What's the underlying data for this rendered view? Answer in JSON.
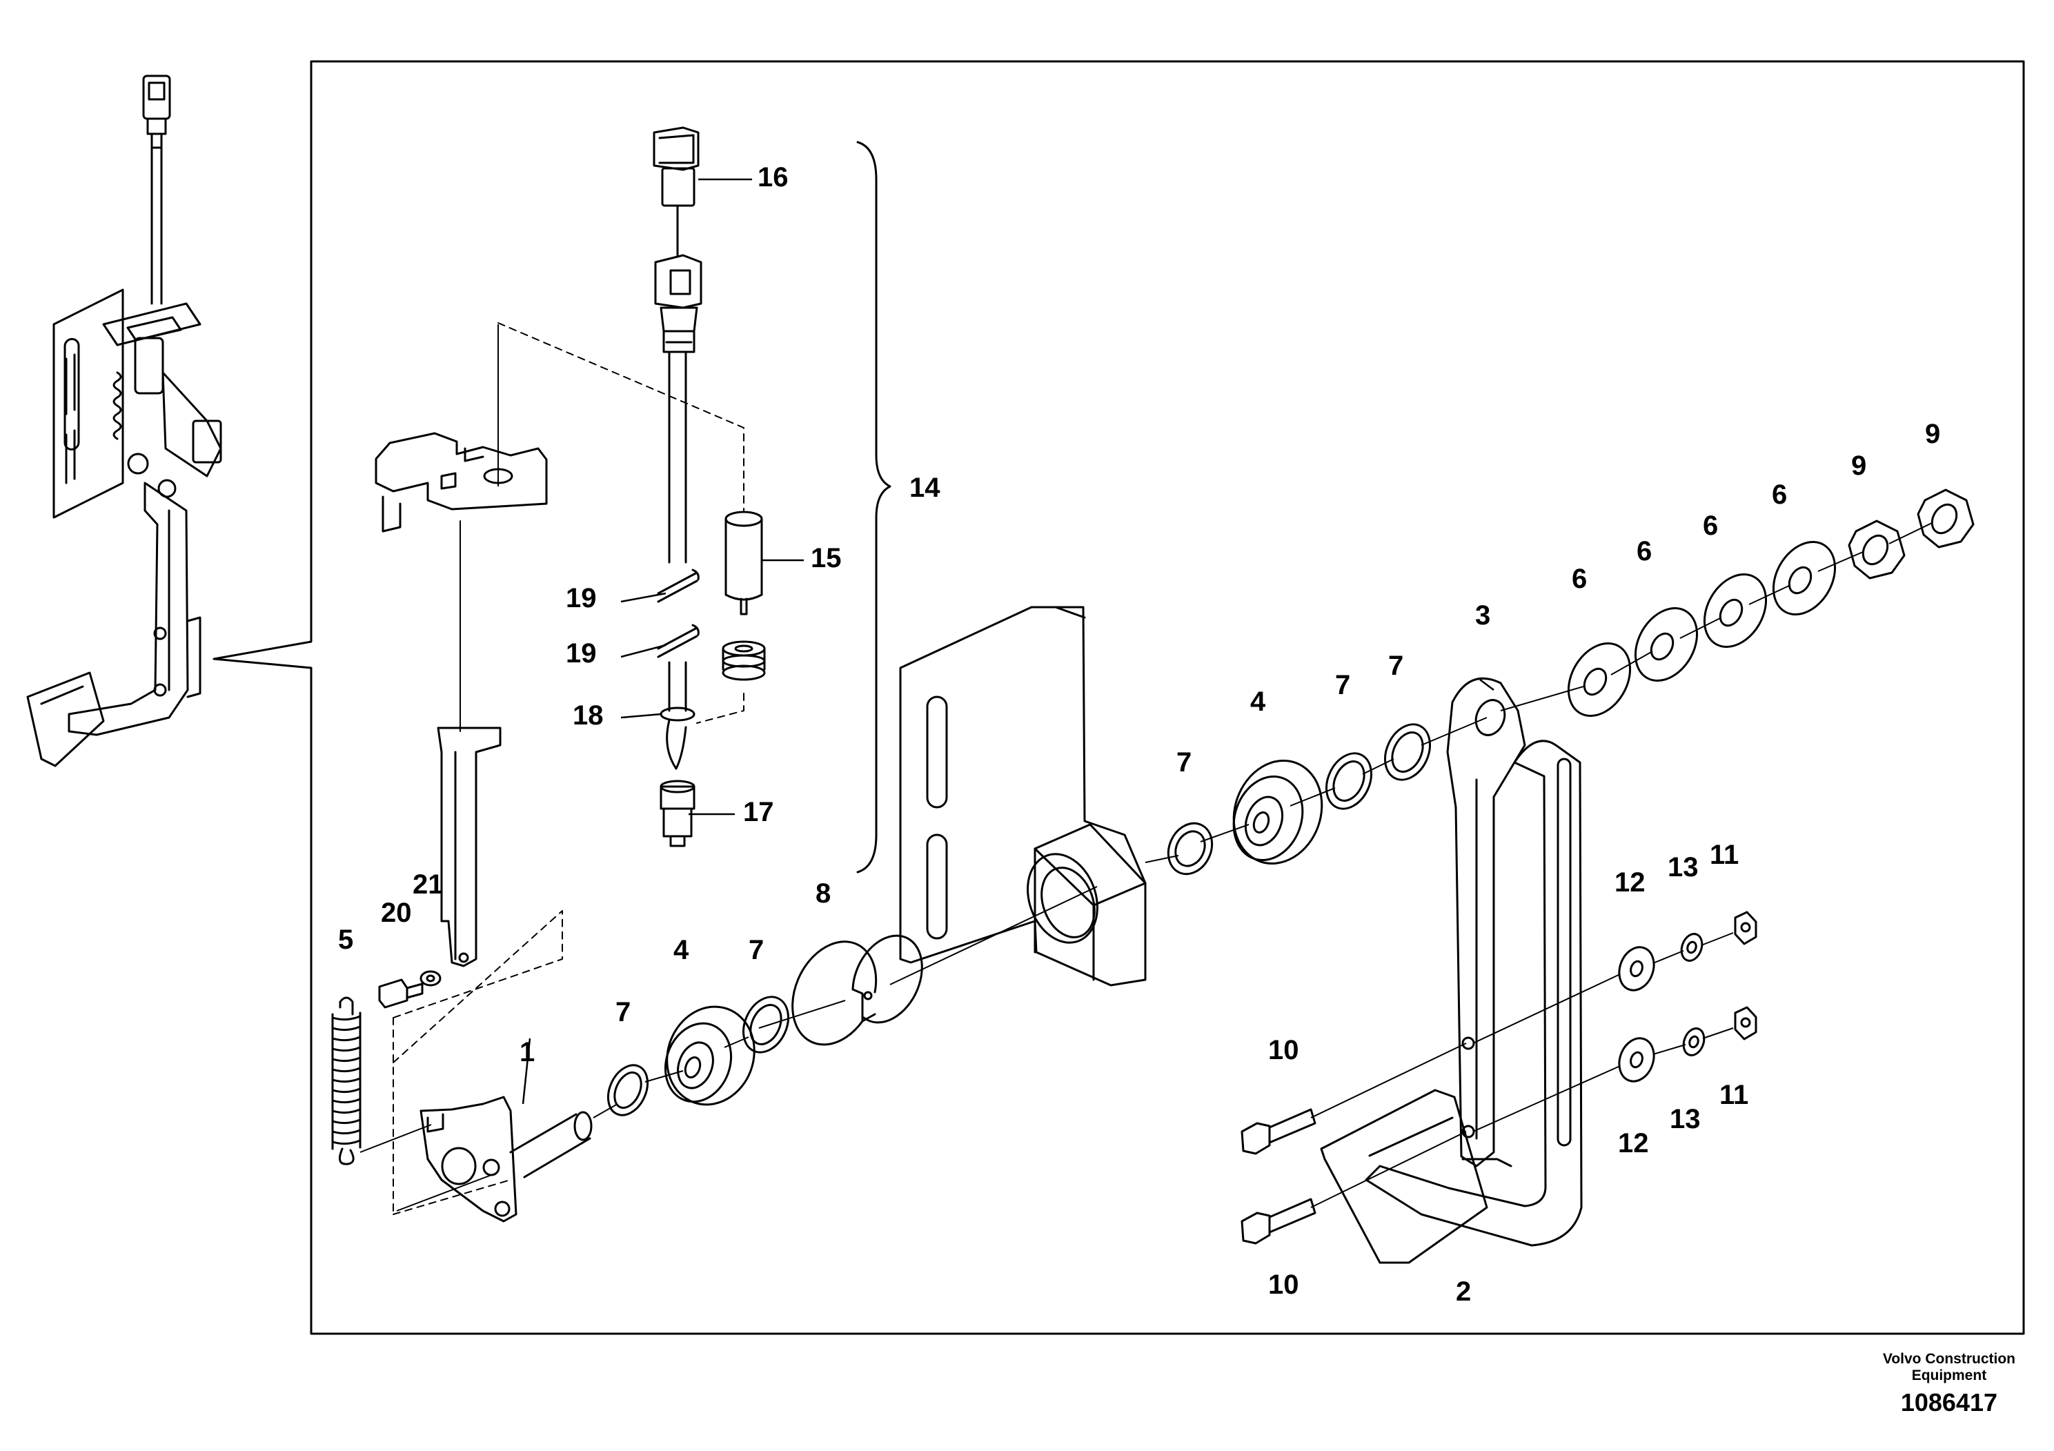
{
  "callouts": {
    "c1": "1",
    "c2": "2",
    "c3": "3",
    "c4a": "4",
    "c4b": "4",
    "c5": "5",
    "c6a": "6",
    "c6b": "6",
    "c6c": "6",
    "c6d": "6",
    "c7a": "7",
    "c7b": "7",
    "c7c": "7",
    "c7d": "7",
    "c7e": "7",
    "c8": "8",
    "c9a": "9",
    "c9b": "9",
    "c10a": "10",
    "c10b": "10",
    "c11a": "11",
    "c11b": "11",
    "c12a": "12",
    "c12b": "12",
    "c13a": "13",
    "c13b": "13",
    "c14": "14",
    "c15": "15",
    "c16": "16",
    "c17": "17",
    "c18": "18",
    "c19a": "19",
    "c19b": "19",
    "c20": "20",
    "c21": "21"
  },
  "footer": {
    "company_line1": "Volvo Construction",
    "company_line2": "Equipment",
    "drawing_number": "1086417"
  }
}
